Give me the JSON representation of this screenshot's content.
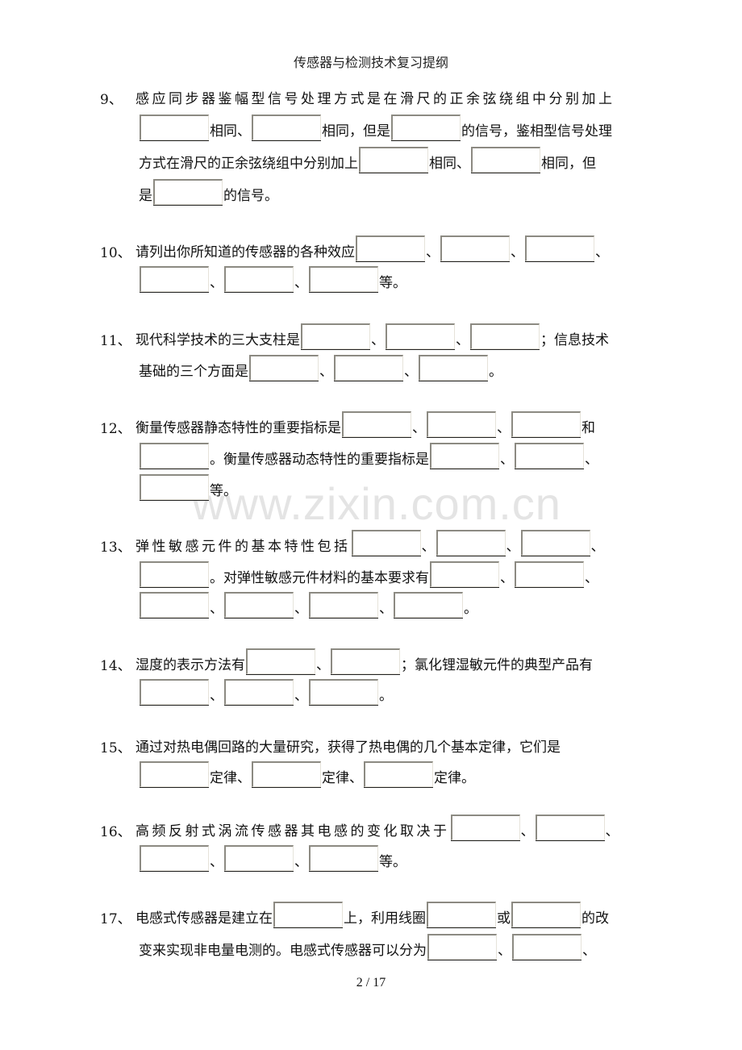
{
  "header": {
    "title": "传感器与检测技术复习提纲"
  },
  "watermark": {
    "text": "www.zixin.com.cn"
  },
  "footer": {
    "page_indicator": "2 / 17"
  },
  "questions": [
    {
      "number": "9、",
      "lines": [
        {
          "segments": [
            "感应同步器鉴幅型信号处理方式是在滑尺的正余弦绕组中分别加上"
          ]
        },
        {
          "segments": [
            "[box]",
            "相同、",
            "[box]",
            "相同，但是",
            "[box]",
            "的信号，鉴相型信号处理"
          ]
        },
        {
          "segments": [
            "方式在滑尺的正余弦绕组中分别加上",
            "[box]",
            "相同、",
            "[box]",
            "相同，但"
          ]
        },
        {
          "segments": [
            "是",
            "[box]",
            "的信号。"
          ]
        }
      ]
    },
    {
      "number": "10、",
      "lines": [
        {
          "segments": [
            "请列出你所知道的传感器的各种效应",
            "[box]",
            "、",
            "[box]",
            "、",
            "[box]",
            "、"
          ]
        },
        {
          "segments": [
            "[box]",
            "、",
            "[box]",
            "、",
            "[box]",
            "等。"
          ]
        }
      ]
    },
    {
      "number": "11、",
      "lines": [
        {
          "segments": [
            "现代科学技术的三大支柱是",
            "[box]",
            "、",
            "[box]",
            "、",
            "[box]",
            "；信息技术"
          ]
        },
        {
          "segments": [
            "基础的三个方面是",
            "[box]",
            "、",
            "[box]",
            "、",
            "[box]",
            "。"
          ]
        }
      ]
    },
    {
      "number": "12、",
      "lines": [
        {
          "segments": [
            "衡量传感器静态特性的重要指标是",
            "[box]",
            "、",
            "[box]",
            "、",
            "[box]",
            "和"
          ]
        },
        {
          "segments": [
            "[box]",
            "。衡量传感器动态特性的重要指标是",
            "[box]",
            "、",
            "[box]",
            "、"
          ]
        },
        {
          "segments": [
            "[box]",
            "等。"
          ]
        }
      ]
    },
    {
      "number": "13、",
      "lines": [
        {
          "segments": [
            "弹性敏感元件的基本特性包括",
            "[box]",
            "、",
            "[box]",
            "、",
            "[box]",
            "、"
          ]
        },
        {
          "segments": [
            "[box]",
            "。对弹性敏感元件材料的基本要求有",
            "[box]",
            "、",
            "[box]",
            "、"
          ]
        },
        {
          "segments": [
            "[box]",
            "、",
            "[box]",
            "、",
            "[box]",
            "、",
            "[box]",
            "。"
          ]
        }
      ]
    },
    {
      "number": "14、",
      "lines": [
        {
          "segments": [
            "湿度的表示方法有",
            "[box]",
            "、",
            "[box]",
            "；氯化锂湿敏元件的典型产品有"
          ]
        },
        {
          "segments": [
            "[box]",
            "、",
            "[box]",
            "、",
            "[box]",
            "。"
          ]
        }
      ]
    },
    {
      "number": "15、",
      "lines": [
        {
          "segments": [
            "通过对热电偶回路的大量研究，获得了热电偶的几个基本定律，它们是"
          ]
        },
        {
          "segments": [
            "[box]",
            "定律、",
            "[box]",
            "定律、",
            "[box]",
            "定律。"
          ]
        }
      ]
    },
    {
      "number": "16、",
      "lines": [
        {
          "segments": [
            "高频反射式涡流传感器其电感的变化取决于",
            "[box]",
            "、",
            "[box]",
            "、"
          ]
        },
        {
          "segments": [
            "[box]",
            "、",
            "[box]",
            "、",
            "[box]",
            "等。"
          ]
        }
      ]
    },
    {
      "number": "17、",
      "lines": [
        {
          "segments": [
            "电感式传感器是建立在",
            "[box]",
            "上，利用线圈",
            "[box]",
            "或",
            "[box]",
            "的改"
          ]
        },
        {
          "segments": [
            "变来实现非电量电测的。电感式传感器可以分为",
            "[box]",
            "、",
            "[box]",
            "、"
          ]
        }
      ]
    }
  ]
}
